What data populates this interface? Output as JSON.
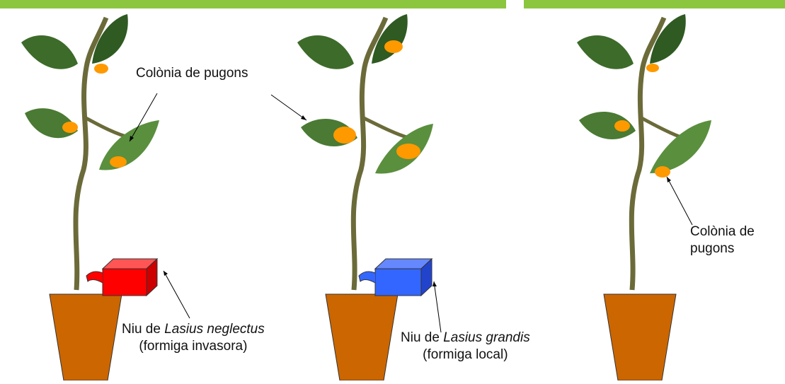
{
  "labels": {
    "colony_1": "Colònia de pugons",
    "colony_3_line1": "Colònia de",
    "colony_3_line2": "pugons",
    "nest_1_prefix": "Niu de ",
    "nest_1_species": "Lasius neglectus",
    "nest_1_note": "(formiga invasora)",
    "nest_2_prefix": "Niu de ",
    "nest_2_species": "Lasius grandis",
    "nest_2_note": "(formiga local)"
  },
  "colors": {
    "header_bar": "#8cc63f",
    "pot": "#cc6600",
    "aphid_colony": "#ff9900",
    "invasive_nest": "#ff0000",
    "local_nest": "#3366ff",
    "leaf": "#3d6b2a",
    "stem": "#6b6b3a"
  },
  "panels": [
    {
      "name": "invasive-ant-plant",
      "nest": "invasive"
    },
    {
      "name": "local-ant-plant",
      "nest": "local"
    },
    {
      "name": "no-ant-plant",
      "nest": "none"
    }
  ]
}
